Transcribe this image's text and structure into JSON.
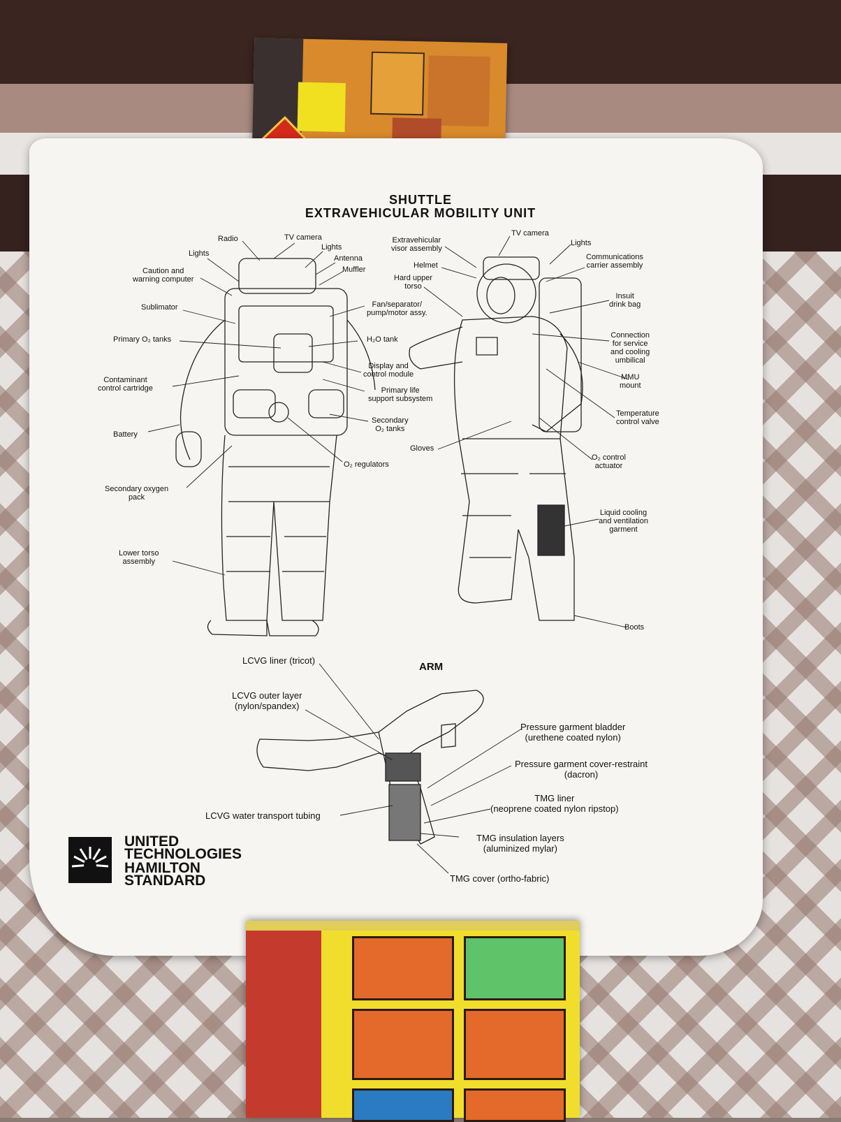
{
  "poster": {
    "title_line1": "SHUTTLE",
    "title_line2": "EXTRAVEHICULAR MOBILITY UNIT",
    "back_labels": {
      "radio": "Radio",
      "tv_camera": "TV camera",
      "lights": "Lights",
      "lights2": "Lights",
      "antenna": "Antenna",
      "muffler": "Muffler",
      "caution": "Caution and\nwarning computer",
      "sublimator": "Sublimator",
      "fan": "Fan/separator/\npump/motor assy.",
      "primary_o2": "Primary O₂ tanks",
      "h2o": "H₂O tank",
      "contaminant": "Contaminant\ncontrol cartridge",
      "display": "Display and\ncontrol module",
      "plss": "Primary life\nsupport subsystem",
      "battery": "Battery",
      "secondary_o2": "Secondary\nO₂ tanks",
      "o2_regulators": "O₂ regulators",
      "secondary_pack": "Secondary oxygen\npack",
      "lower_torso": "Lower torso\nassembly"
    },
    "front_labels": {
      "visor": "Extravehicular\nvisor assembly",
      "tv_camera": "TV camera",
      "lights": "Lights",
      "comm": "Communications\ncarrier assembly",
      "helmet": "Helmet",
      "hut": "Hard upper\ntorso",
      "insuit": "Insuit\ndrink bag",
      "connection": "Connection\nfor service\nand cooling\numbilical",
      "mmu": "MMU\nmount",
      "temp": "Temperature\ncontrol valve",
      "gloves": "Gloves",
      "o2_control": "O₂ control\nactuator",
      "lcvg": "Liquid cooling\nand ventilation\ngarment",
      "boots": "Boots"
    },
    "arm": {
      "title": "ARM",
      "liner": "LCVG liner (tricot)",
      "outer": "LCVG outer layer\n(nylon/spandex)",
      "bladder": "Pressure garment bladder\n(urethene coated nylon)",
      "restraint": "Pressure garment cover-restraint\n(dacron)",
      "tubing": "LCVG water transport tubing",
      "tmg_liner": "TMG liner\n(neoprene coated nylon ripstop)",
      "tmg_insulation": "TMG insulation layers\n(aluminized mylar)",
      "tmg_cover": "TMG cover (ortho-fabric)"
    },
    "logo": {
      "line1": "UNITED",
      "line2": "TECHNOLOGIES",
      "line3": "HAMILTON",
      "line4": "STANDARD"
    }
  },
  "colors": {
    "quilt_dark": "#3a2520",
    "quilt_tan": "#a88a80",
    "poster": "#f6f5f1",
    "book_top": "#d98a2c",
    "book_bottom_yellow": "#f1de2c",
    "book_bottom_red": "#c43a2d"
  }
}
